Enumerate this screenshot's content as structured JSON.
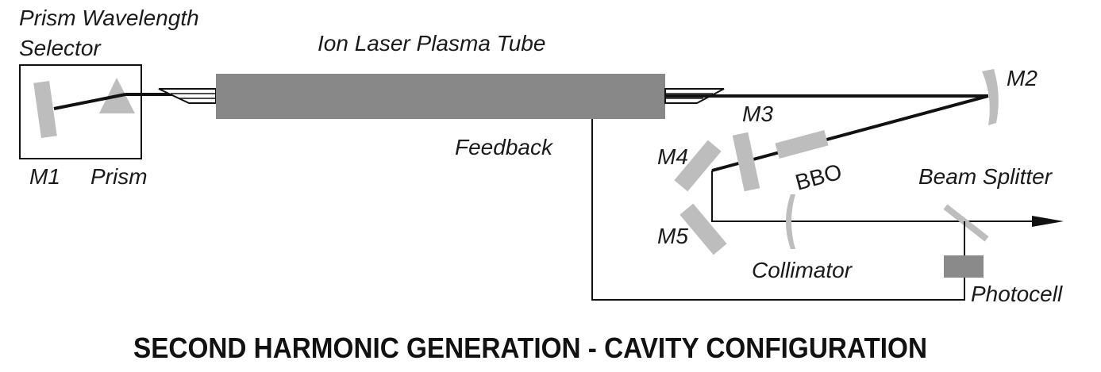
{
  "labels": {
    "selector_line1": "Prism Wavelength",
    "selector_line2": "Selector",
    "tube": "Ion Laser Plasma Tube",
    "m1": "M1",
    "prism": "Prism",
    "m2": "M2",
    "m3": "M3",
    "m4": "M4",
    "m5": "M5",
    "bbo": "BBO",
    "feedback": "Feedback",
    "beam_splitter": "Beam Splitter",
    "collimator": "Collimator",
    "photocell": "Photocell"
  },
  "title": "SECOND HARMONIC GENERATION - CAVITY CONFIGURATION",
  "colors": {
    "optic": "#bdbdbd",
    "tube": "#888888",
    "photocell": "#8a8a8a",
    "line": "#111111"
  }
}
